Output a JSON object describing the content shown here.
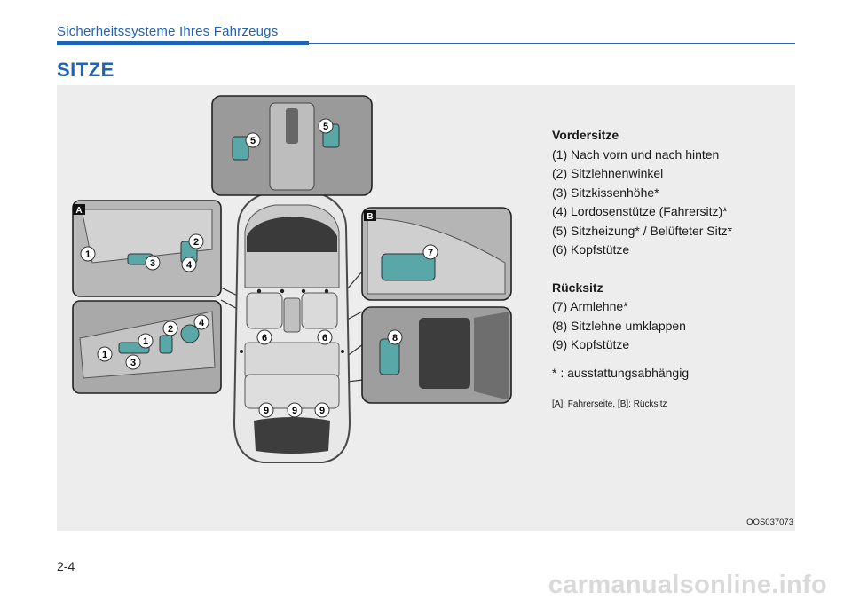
{
  "header": {
    "section_title": "Sicherheitssysteme Ihres Fahrzeugs",
    "page_heading": "SITZE"
  },
  "figure": {
    "inset_labels": {
      "a": "A",
      "b": "B"
    },
    "callouts": [
      "1",
      "2",
      "3",
      "4",
      "5",
      "6",
      "7",
      "8",
      "9"
    ],
    "figure_code": "OOS037073"
  },
  "legend": {
    "front_heading": "Vordersitze",
    "front_items": [
      "(1) Nach vorn und nach hinten",
      "(2) Sitzlehnenwinkel",
      "(3) Sitzkissenhöhe*",
      "(4) Lordosenstütze (Fahrersitz)*",
      "(5) Sitzheizung* / Belüfteter Sitz*",
      "(6) Kopfstütze"
    ],
    "rear_heading": "Rücksitz",
    "rear_items": [
      "(7) Armlehne*",
      "(8) Sitzlehne umklappen",
      "(9) Kopfstütze"
    ],
    "note": "* : ausstattungsabhängig",
    "insets_note": "[A]: Fahrerseite, [B]: Rücksitz"
  },
  "footer": {
    "page_number": "2-4",
    "watermark": "carmanualsonline.info"
  }
}
